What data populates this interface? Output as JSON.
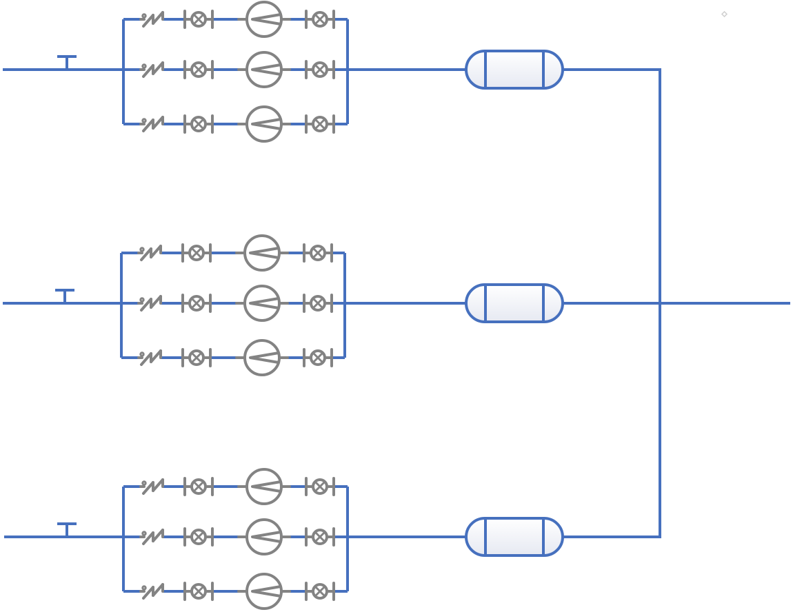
{
  "diagram": {
    "type": "piping-schematic",
    "colors": {
      "pipe": "#4670be",
      "symbol": "#838383",
      "vessel_fill_top": "#ffffff",
      "vessel_fill_bottom": "#e6e9f2",
      "background": "#ffffff"
    },
    "trains": [
      {
        "id": "train-1",
        "inlet_valve": "hand-valve",
        "branches": [
          {
            "components": [
              "check-valve",
              "gate-valve",
              "pump",
              "gate-valve"
            ]
          },
          {
            "components": [
              "check-valve",
              "gate-valve",
              "pump",
              "gate-valve"
            ]
          },
          {
            "components": [
              "check-valve",
              "gate-valve",
              "pump",
              "gate-valve"
            ]
          }
        ],
        "vessel": "horizontal-vessel"
      },
      {
        "id": "train-2",
        "inlet_valve": "hand-valve",
        "branches": [
          {
            "components": [
              "check-valve",
              "gate-valve",
              "pump",
              "gate-valve"
            ]
          },
          {
            "components": [
              "check-valve",
              "gate-valve",
              "pump",
              "gate-valve"
            ]
          },
          {
            "components": [
              "check-valve",
              "gate-valve",
              "pump",
              "gate-valve"
            ]
          }
        ],
        "vessel": "horizontal-vessel"
      },
      {
        "id": "train-3",
        "inlet_valve": "hand-valve",
        "branches": [
          {
            "components": [
              "check-valve",
              "gate-valve",
              "pump",
              "gate-valve"
            ]
          },
          {
            "components": [
              "check-valve",
              "gate-valve",
              "pump",
              "gate-valve"
            ]
          },
          {
            "components": [
              "check-valve",
              "gate-valve",
              "pump",
              "gate-valve"
            ]
          }
        ],
        "vessel": "horizontal-vessel"
      }
    ],
    "outlet": "common-header"
  }
}
